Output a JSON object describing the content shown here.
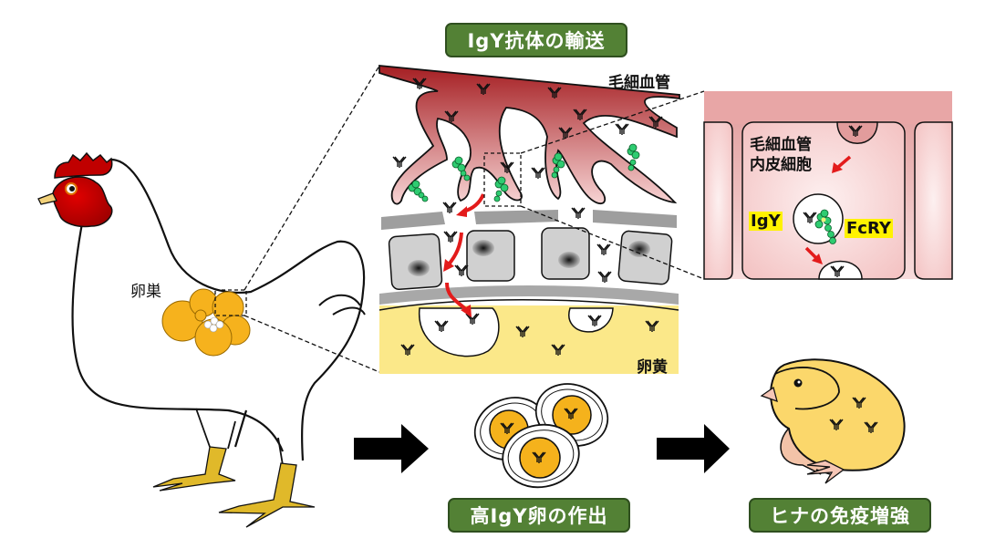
{
  "title": "IgY抗体の輸送",
  "labels": {
    "capillary": "毛細血管",
    "endothelial_cell": [
      "毛細血管",
      "内皮細胞"
    ],
    "igy": "IgY",
    "fcry": "FcRY",
    "yolk": "卵黄",
    "ovary": "卵巣"
  },
  "steps": [
    {
      "id": "egg",
      "label": "高IgY卵の作出"
    },
    {
      "id": "chick",
      "label": "ヒナの免疫増強"
    }
  ],
  "colors": {
    "label_green": "#538135",
    "capillary_red": "#a51e22",
    "capillary_pink": "#f4c7c7",
    "yolk_yellow": "#fbe889",
    "egg_yolk": "#f5b21c",
    "fcry_green": "#2ecc71",
    "arrow_red": "#e31b1b",
    "cell_gray": "#cfcfcf",
    "highlight_yellow": "#fff200",
    "chick_yellow": "#fbd76b"
  }
}
